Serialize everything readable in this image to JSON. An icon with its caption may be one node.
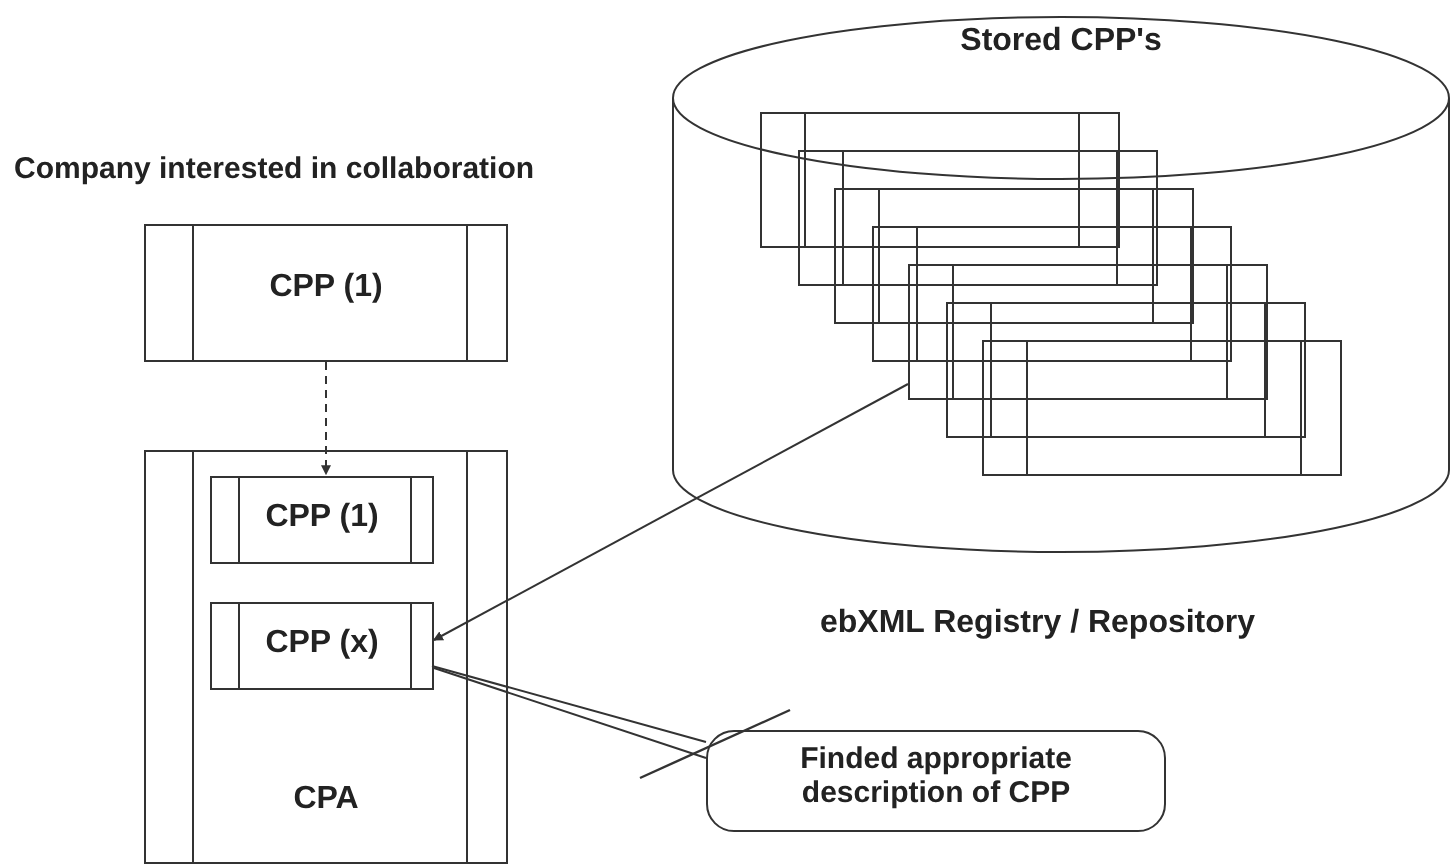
{
  "diagram": {
    "nodes": [
      {
        "text": [
          "CPP (1)"
        ]
      },
      {
        "text": [
          "CPA"
        ]
      },
      {
        "text": [
          "CPP (1)"
        ],
        "in": 1
      },
      {
        "text": [
          "CPP (x)"
        ],
        "in": 1
      },
      {
        "text": [
          "Stored CPP's"
        ],
        "beside": [
          "ebXML Registry / Repository"
        ]
      },
      {
        "text": [],
        "shape": "box",
        "in": 4
      },
      {
        "text": [],
        "shape": "box",
        "in": 4
      },
      {
        "text": [],
        "shape": "box",
        "in": 4
      },
      {
        "text": [],
        "shape": "box",
        "in": 4
      },
      {
        "text": [],
        "shape": "box",
        "in": 4
      },
      {
        "text": [],
        "shape": "box",
        "in": 4
      },
      {
        "text": [],
        "shape": "box",
        "in": 4
      },
      {
        "text": [
          "Finded appropriate description of CPP"
        ]
      }
    ],
    "edges": [
      {
        "from": 0,
        "to": 2,
        "arrow": "to",
        "style": "dashed"
      },
      {
        "from": 9,
        "to": 3,
        "arrow": "to"
      },
      {
        "from": 12,
        "to": 3,
        "arrow": "none"
      }
    ],
    "labels": [
      "Company interested in collaboration"
    ]
  }
}
